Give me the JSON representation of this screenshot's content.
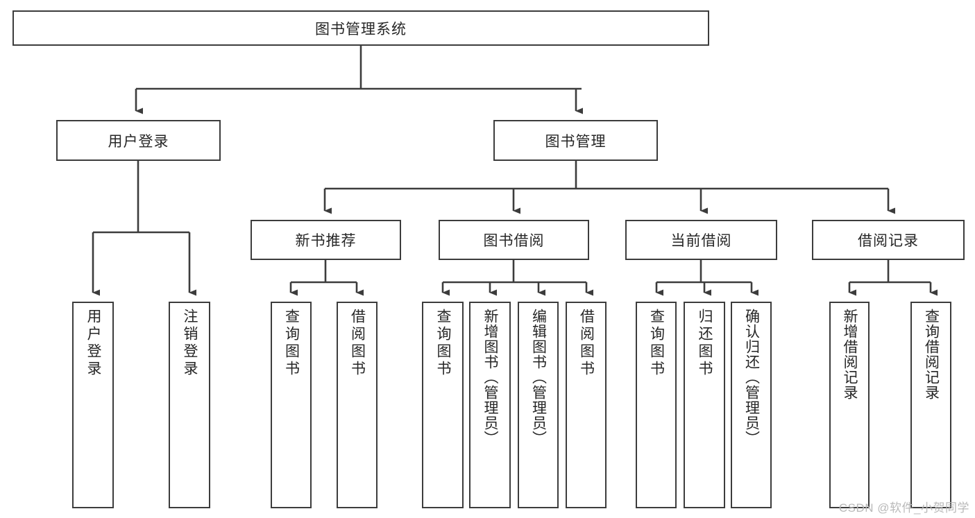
{
  "diagram": {
    "type": "tree-hierarchy-chart",
    "title": "图书管理系统",
    "line_color": "#3c3c3c",
    "text_color": "#262626",
    "background": "#ffffff",
    "nodes": {
      "root": {
        "label": "图书管理系统",
        "orientation": "horizontal"
      },
      "level2": [
        {
          "id": "user-login",
          "label": "用户登录",
          "orientation": "horizontal"
        },
        {
          "id": "book-management",
          "label": "图书管理",
          "orientation": "horizontal"
        }
      ],
      "level3": [
        {
          "id": "new-book-recommend",
          "label": "新书推荐",
          "orientation": "horizontal"
        },
        {
          "id": "book-borrow",
          "label": "图书借阅",
          "orientation": "horizontal"
        },
        {
          "id": "current-borrow",
          "label": "当前借阅",
          "orientation": "horizontal"
        },
        {
          "id": "borrow-record",
          "label": "借阅记录",
          "orientation": "horizontal"
        }
      ],
      "leaves": [
        {
          "id": "leaf-user-login",
          "label": "用户登录",
          "parent": "user-login"
        },
        {
          "id": "leaf-logout",
          "label": "注销登录",
          "parent": "user-login"
        },
        {
          "id": "leaf-query-book-1",
          "label": "查询图书",
          "parent": "new-book-recommend"
        },
        {
          "id": "leaf-borrow-book-1",
          "label": "借阅图书",
          "parent": "new-book-recommend"
        },
        {
          "id": "leaf-query-book-2",
          "label": "查询图书",
          "parent": "book-borrow"
        },
        {
          "id": "leaf-add-book",
          "label": "新增图书（管理员）",
          "parent": "book-borrow"
        },
        {
          "id": "leaf-edit-book",
          "label": "编辑图书（管理员）",
          "parent": "book-borrow"
        },
        {
          "id": "leaf-borrow-book-2",
          "label": "借阅图书",
          "parent": "book-borrow"
        },
        {
          "id": "leaf-query-book-3",
          "label": "查询图书",
          "parent": "current-borrow"
        },
        {
          "id": "leaf-return-book",
          "label": "归还图书",
          "parent": "current-borrow"
        },
        {
          "id": "leaf-confirm-return",
          "label": "确认归还（管理员）",
          "parent": "current-borrow"
        },
        {
          "id": "leaf-add-record",
          "label": "新增借阅记录",
          "parent": "borrow-record"
        },
        {
          "id": "leaf-query-record",
          "label": "查询借阅记录",
          "parent": "borrow-record"
        }
      ]
    }
  },
  "watermark": {
    "text": "CSDN @软件_小贺同学"
  }
}
